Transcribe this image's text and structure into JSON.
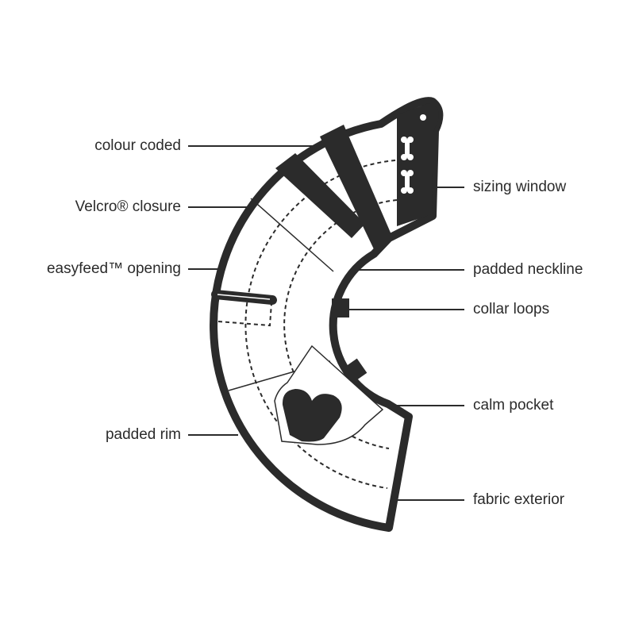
{
  "labels": {
    "colour_coded": "colour coded",
    "velcro_closure": "Velcro® closure",
    "easyfeed_opening": "easyfeed™ opening",
    "padded_rim": "padded rim",
    "sizing_window": "sizing window",
    "padded_neckline": "padded neckline",
    "collar_loops": "collar loops",
    "calm_pocket": "calm pocket",
    "fabric_exterior": "fabric exterior"
  },
  "colors": {
    "ink": "#2b2b2b",
    "background": "#ffffff"
  }
}
